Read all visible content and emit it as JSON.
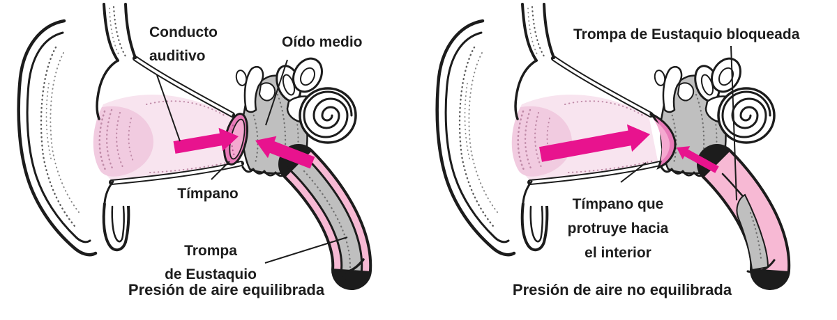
{
  "colors": {
    "background": "#ffffff",
    "ink": "#1c1c1c",
    "magenta": "#e8138e",
    "canal_pink": "#f8e4ef",
    "concha_pink": "#f1cbe0",
    "eardrum_pink": "#e87ab8",
    "eardrum_inner_pink": "#f4a9d0",
    "tube_pink": "#f7b9d4",
    "cavity_gray": "#bfbfbf"
  },
  "left_panel": {
    "caption": "Presión de aire equilibrada",
    "labels": {
      "auditory_canal_line1": "Conducto",
      "auditory_canal_line2": "auditivo",
      "middle_ear": "Oído medio",
      "eardrum": "Tímpano",
      "eustachian_tube_line1": "Trompa",
      "eustachian_tube_line2": "de Eustaquio"
    }
  },
  "right_panel": {
    "caption": "Presión de aire no equilibrada",
    "labels": {
      "blocked_eustachian_tube": "Trompa de Eustaquio bloqueada",
      "bulging_eardrum_line1": "Tímpano que",
      "bulging_eardrum_line2": "protruye hacia",
      "bulging_eardrum_line3": "el interior"
    }
  }
}
